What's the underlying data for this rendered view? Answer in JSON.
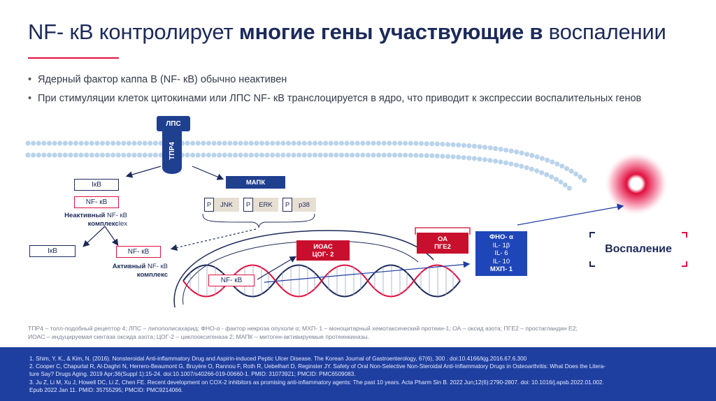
{
  "header": {
    "title_normal": "NF- кB контролирует ",
    "title_bold": "многие гены участвующие в",
    "title_end": " воспалении"
  },
  "bullets": [
    "Ядерный фактор каппа B (NF- кB) обычно неактивен",
    "При стимуляции клеток цитокинами или ЛПС NF- кB транслоцируется в ядро, что приводит к экспрессии воспалительных генов"
  ],
  "diagram": {
    "lps": "ЛПС",
    "tlr4": "ТПР4",
    "ikb_top": "IкB",
    "nfkb_top": "NF- кB",
    "inactive_bold": "Неактивный",
    "inactive_normal": "NF- кB",
    "complex_bold": "комплекс",
    "complex_suffix": "lex",
    "ikb_left": "IкB",
    "nfkb_active": "NF- кB",
    "active_bold": "Активный",
    "active_normal": "NF- кB",
    "active_complex": "комплекс",
    "mapk": "МАПК",
    "p_labels": [
      "P",
      "P",
      "P"
    ],
    "kinases": [
      "JNK",
      "ERK",
      "p38"
    ],
    "ioac": "ИОАС",
    "cog2": "ЦОГ- 2",
    "nfkb_dna": "NF- кB",
    "oa": "ОА",
    "pge2": "ПГЕ2",
    "cytokines": [
      "ФНО- α",
      "IL- 1β",
      "IL- 6",
      "IL- 10",
      "МХП- 1"
    ],
    "inflammation": "Воспаление"
  },
  "colors": {
    "navy": "#1c2a5a",
    "blue": "#1f3f8f",
    "red": "#c8102e",
    "band": "#1f3fa0"
  },
  "glossary": [
    "ТПР4 – толл-подобный рецептор 4; ЛПС – липополисахарид; ФНО-α - фактор некроза опухоли α; МХП- 1 – моноцитарный хемотаксический протеин-1; ОА – оксид азота; ПГЕ2 – простагландин Е2;",
    "ИОАС – индуцируемая синтаза оксида азота; ЦОГ-2 – циклооксигеназа 2; МАПК – митоген-активируемые протеинкиназы."
  ],
  "references": [
    "1. Shim, Y. K., & Kim, N. (2016). Nonsteroidal Anti-inflammatory Drug and Aspirin-induced Peptic Ulcer Disease. The Korean Journal of Gastroenterology, 67(6), 300 . doi:10.4166/kjg.2016.67.6.300",
    "2. Cooper C, Chapurlat R, Al-Daghri N, Herrero-Beaumont G, Bruyère O, Rannou F, Roth R, Uebelhart D, Reginster JY. Safety of Oral Non-Selective Non-Steroidal Anti-Inflammatory Drugs in Osteoarthritis: What Does the Litera-",
    "ture Say? Drugs Aging. 2019 Apr;36(Suppl 1):15-24. doi:10.1007/s40266-019-00660-1. PMID: 31073921; PMCID: PMC6509083.",
    "3. Ju Z, Li M, Xu J, Howell DC, Li Z, Chen FE. Recent development on COX-2 inhibitors as promising anti-inflammatory agents: The past 10 years. Acta Pharm Sin B. 2022 Jun;12(6):2790-2807. doi: 10.1016/j.apsb.2022.01.002.",
    "Epub   2022 Jan 11. PMID: 35755295; PMCID: PMC9214066."
  ]
}
